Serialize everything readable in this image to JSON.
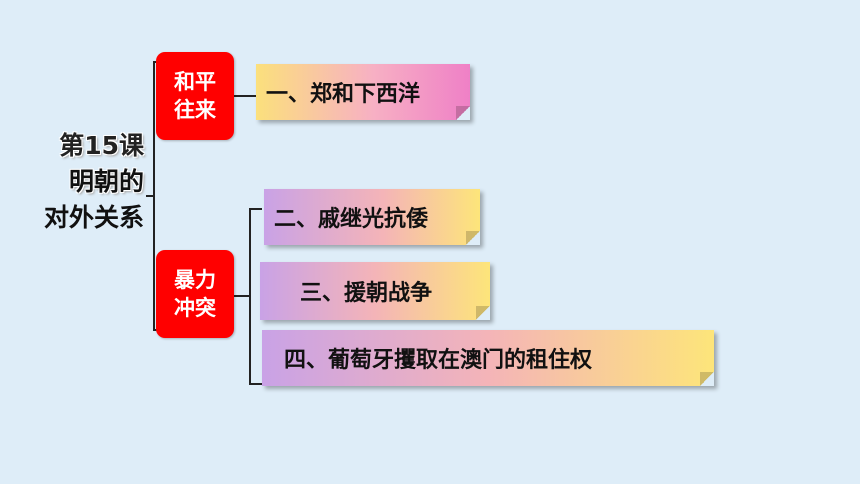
{
  "title": {
    "line1": "第15课",
    "line2": "明朝的",
    "line3": "对外关系"
  },
  "categories": [
    {
      "line1": "和平",
      "line2": "往来",
      "color": "#ff0000"
    },
    {
      "line1": "暴力",
      "line2": "冲突",
      "color": "#ff0000"
    }
  ],
  "items": [
    "一、郑和下西洋",
    "二、戚继光抗倭",
    "三、援朝战争",
    "四、葡萄牙攫取在澳门的租住权"
  ]
}
